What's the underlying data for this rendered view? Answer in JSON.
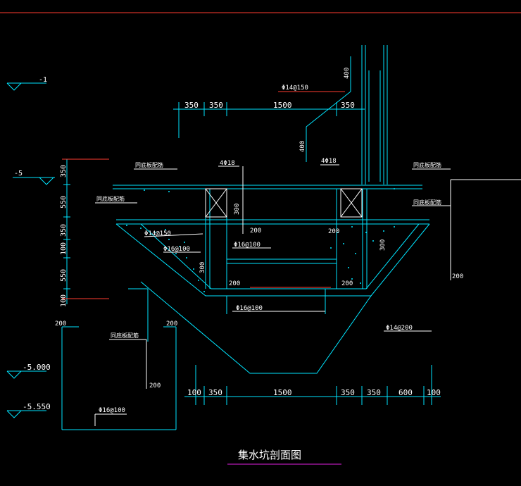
{
  "title": "集水坑剖面图",
  "levels": {
    "l1": "-1",
    "l2": "-5",
    "l3": "-5.000",
    "l4": "-5.550"
  },
  "top_dims": [
    "350",
    "350",
    "1500",
    "350"
  ],
  "bottom_dims": [
    "100",
    "350",
    "1500",
    "350",
    "350",
    "600",
    "100"
  ],
  "left_dims": [
    "350",
    "550",
    "350",
    "100",
    "550",
    "100"
  ],
  "rebar": {
    "top": "Φ14@150",
    "left_inner": "Φ14@150",
    "left_mid": "Φ16@100",
    "center_mid": "Φ16@100",
    "bottom_center": "Φ16@100",
    "bottom_right": "Φ14@200",
    "detail": "Φ16@100",
    "corner_left": "4Φ18",
    "corner_right": "4Φ18"
  },
  "notes": {
    "left_top": "同底板配筋",
    "left_mid": "同底板配筋",
    "right_top": "同底板配筋",
    "right_mid": "同底板配筋",
    "detail": "同底板配筋"
  },
  "small_dims": {
    "wall400a": "400",
    "wall400b": "400",
    "d300a": "300",
    "d300b": "300",
    "d300c": "300",
    "d200a": "200",
    "d200b": "200",
    "d200c": "200",
    "d200d": "200",
    "d200e": "200",
    "d200f": "200",
    "d200g": "200"
  }
}
